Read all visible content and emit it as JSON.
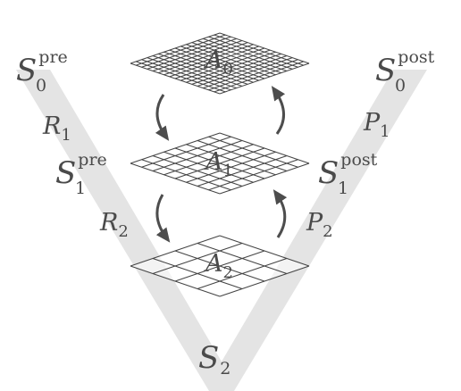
{
  "levels": [
    {
      "label": "A",
      "sub": "0",
      "divisions": 16
    },
    {
      "label": "A",
      "sub": "1",
      "divisions": 8
    },
    {
      "label": "A",
      "sub": "2",
      "divisions": 4
    }
  ],
  "left_labels": [
    {
      "base": "S",
      "sub": "0",
      "sup": "pre"
    },
    {
      "base": "R",
      "sub": "1",
      "sup": ""
    },
    {
      "base": "S",
      "sub": "1",
      "sup": "pre"
    },
    {
      "base": "R",
      "sub": "2",
      "sup": ""
    }
  ],
  "right_labels": [
    {
      "base": "S",
      "sub": "0",
      "sup": "post"
    },
    {
      "base": "P",
      "sub": "1",
      "sup": ""
    },
    {
      "base": "S",
      "sub": "1",
      "sup": "post"
    },
    {
      "base": "P",
      "sub": "2",
      "sup": ""
    }
  ],
  "bottom_label": {
    "base": "S",
    "sub": "2"
  },
  "colors": {
    "band": "#e4e4e4",
    "grid": "#444444",
    "arrow": "#4d4d4d",
    "text": "#4a4a4a"
  }
}
